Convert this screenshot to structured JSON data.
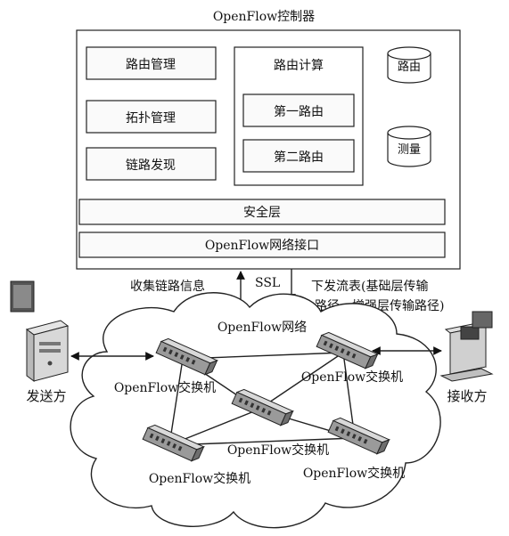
{
  "controller": {
    "title": "OpenFlow控制器",
    "modules": [
      "路由管理",
      "拓扑管理",
      "链路发现"
    ],
    "routing_calc": {
      "title": "路由计算",
      "items": [
        "第一路由",
        "第二路由"
      ]
    },
    "databases": [
      "路由",
      "测量"
    ],
    "security_layer": "安全层",
    "network_interface": "OpenFlow网络接口"
  },
  "channel": {
    "upload_label": "收集链路信息",
    "ssl_label": "SSL",
    "download_label_line1": "下发流表(基础层传输",
    "download_label_line2": "路径，增强层传输路径)"
  },
  "network": {
    "cloud_label": "OpenFlow网络",
    "switch_labels": [
      "OpenFlow交换机",
      "OpenFlow交换机",
      "OpenFlow交换机",
      "OpenFlow交换机",
      "OpenFlow交换机"
    ]
  },
  "endpoints": {
    "sender": "发送方",
    "receiver": "接收方"
  }
}
